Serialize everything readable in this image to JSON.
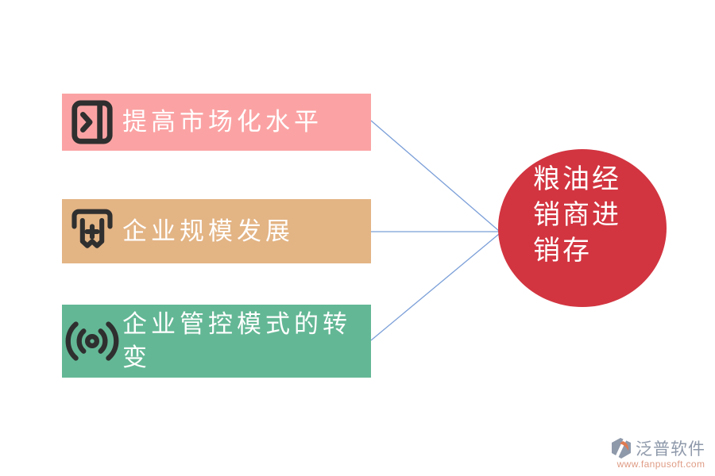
{
  "diagram": {
    "items": [
      {
        "label": "提高市场化水平",
        "color": "#FBA3A4",
        "icon": "book-chevron-icon"
      },
      {
        "label": "企业规模发展",
        "color": "#E3B484",
        "icon": "receipt-icon"
      },
      {
        "label": "企业管控模式的转变",
        "color": "#63B795",
        "icon": "broadcast-icon"
      }
    ],
    "center": {
      "label": "粮油经销商进销存",
      "color": "#D23540",
      "text_color": "#FFFFFF"
    },
    "connector_color": "#7B9FD8",
    "icon_color": "#2F2F2F"
  },
  "watermark": {
    "brand": "泛普软件",
    "url": "www.fanpusoft.com",
    "brand_color": "#8E99AA",
    "url_color": "#DF9C85",
    "logo_body_color": "#8E99AA",
    "logo_accent_color": "#DF7A50"
  }
}
